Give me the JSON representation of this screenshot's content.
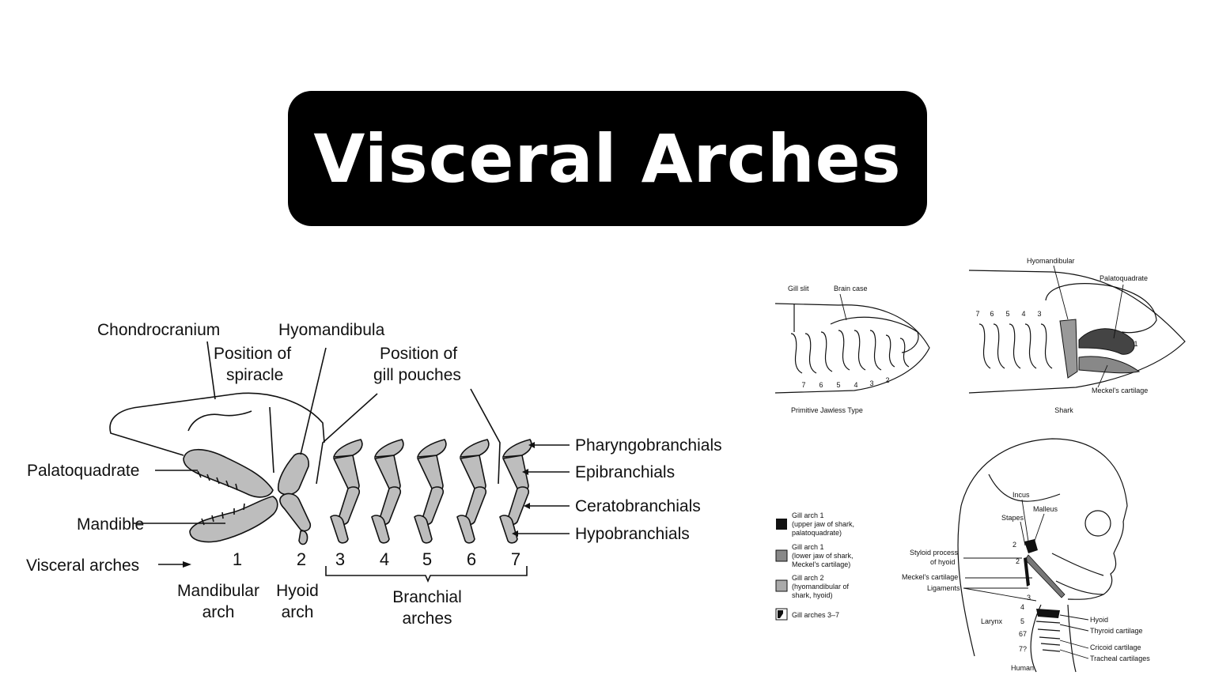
{
  "title": "Visceral Arches",
  "left_diagram": {
    "labels": {
      "chondrocranium": "Chondrocranium",
      "hyomandibula": "Hyomandibula",
      "spiracle_line1": "Position of",
      "spiracle_line2": "spiracle",
      "gill_pouches_line1": "Position of",
      "gill_pouches_line2": "gill pouches",
      "palatoquadrate": "Palatoquadrate",
      "mandible": "Mandible",
      "visceral_arches": "Visceral arches",
      "pharyngobranchials": "Pharyngobranchials",
      "epibranchials": "Epibranchials",
      "ceratobranchials": "Ceratobranchials",
      "hypobranchials": "Hypobranchials",
      "mandibular_arch_line1": "Mandibular",
      "mandibular_arch_line2": "arch",
      "hyoid_arch_line1": "Hyoid",
      "hyoid_arch_line2": "arch",
      "branchial_line1": "Branchial",
      "branchial_line2": "arches"
    },
    "arch_numbers": [
      "1",
      "2",
      "3",
      "4",
      "5",
      "6",
      "7"
    ]
  },
  "jawless_panel": {
    "gill_slit": "Gill slit",
    "brain_case": "Brain case",
    "numbers": [
      "7",
      "6",
      "5",
      "4",
      "3",
      "2"
    ],
    "caption": "Primitive Jawless Type"
  },
  "shark_panel": {
    "hyomandibular": "Hyomandibular",
    "palatoquadrate": "Palatoquadrate",
    "meckels": "Meckel's cartilage",
    "numbers": [
      "7",
      "6",
      "5",
      "4",
      "3"
    ],
    "one": "1",
    "caption": "Shark"
  },
  "legend": [
    {
      "line1": "Gill arch 1",
      "line2": "(upper jaw of shark,",
      "line3": "palatoquadrate)"
    },
    {
      "line1": "Gill arch 1",
      "line2": "(lower jaw of shark,",
      "line3": "Meckel's cartilage)"
    },
    {
      "line1": "Gill arch 2",
      "line2": "(hyomandibular of",
      "line3": "shark, hyoid)"
    },
    {
      "line1": "Gill arches 3–7"
    }
  ],
  "human_panel": {
    "incus": "Incus",
    "malleus": "Malleus",
    "stapes": "Stapes",
    "styloid_line1": "Styloid process",
    "styloid_line2": "of hyoid",
    "meckels": "Meckel's cartilage",
    "ligaments": "Ligaments",
    "larynx": "Larynx",
    "hyoid": "Hyoid",
    "thyroid": "Thyroid cartilage",
    "cricoid": "Cricoid cartilage",
    "tracheal": "Tracheal cartilages",
    "caption": "Human",
    "n2a": "2",
    "n2b": "2",
    "n3": "3",
    "n4": "4",
    "n5": "5",
    "n67": "67",
    "n77": "7?"
  }
}
